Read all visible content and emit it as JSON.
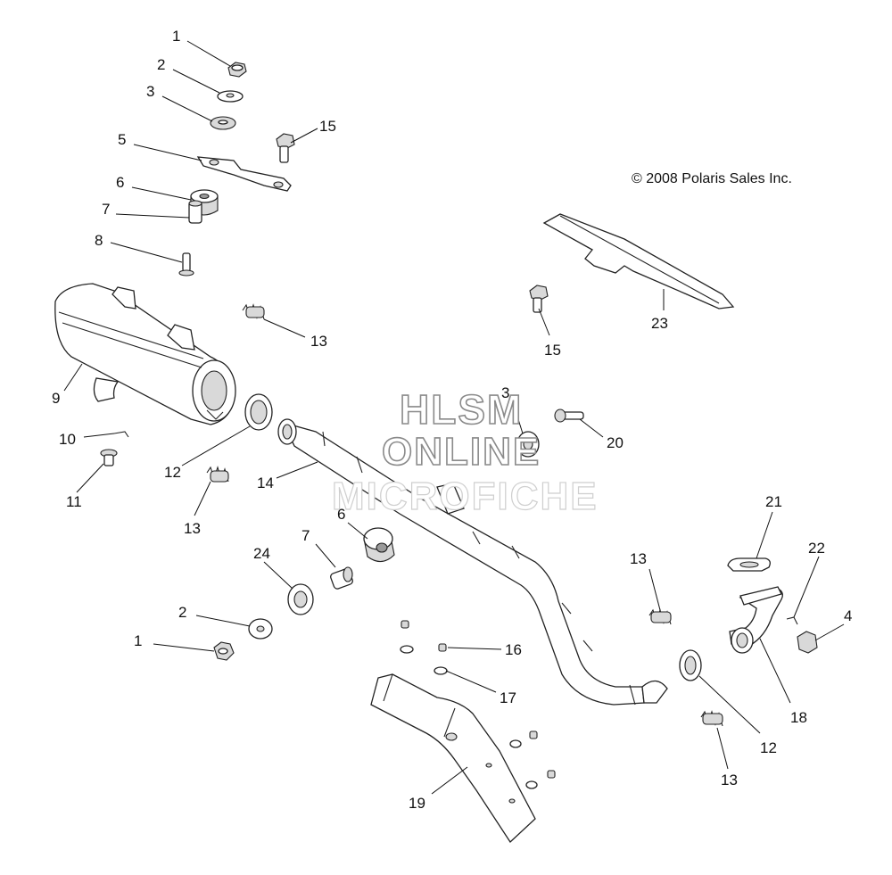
{
  "copyright": "© 2008 Polaris Sales Inc.",
  "watermark": {
    "line1": "HLSM",
    "line2": "ONLINE",
    "line3": "MICROFICHE"
  },
  "callouts": [
    {
      "id": "c1a",
      "text": "1"
    },
    {
      "id": "c2a",
      "text": "2"
    },
    {
      "id": "c3a",
      "text": "3"
    },
    {
      "id": "c15a",
      "text": "15"
    },
    {
      "id": "c5",
      "text": "5"
    },
    {
      "id": "c6a",
      "text": "6"
    },
    {
      "id": "c7a",
      "text": "7"
    },
    {
      "id": "c8",
      "text": "8"
    },
    {
      "id": "c13a",
      "text": "13"
    },
    {
      "id": "c9",
      "text": "9"
    },
    {
      "id": "c10",
      "text": "10"
    },
    {
      "id": "c11",
      "text": "11"
    },
    {
      "id": "c12a",
      "text": "12"
    },
    {
      "id": "c13b",
      "text": "13"
    },
    {
      "id": "c14",
      "text": "14"
    },
    {
      "id": "c3b",
      "text": "3"
    },
    {
      "id": "c20",
      "text": "20"
    },
    {
      "id": "c15b",
      "text": "15"
    },
    {
      "id": "c23",
      "text": "23"
    },
    {
      "id": "c6b",
      "text": "6"
    },
    {
      "id": "c7b",
      "text": "7"
    },
    {
      "id": "c24",
      "text": "24"
    },
    {
      "id": "c2b",
      "text": "2"
    },
    {
      "id": "c1b",
      "text": "1"
    },
    {
      "id": "c16",
      "text": "16"
    },
    {
      "id": "c17",
      "text": "17"
    },
    {
      "id": "c19",
      "text": "19"
    },
    {
      "id": "c13c",
      "text": "13"
    },
    {
      "id": "c21",
      "text": "21"
    },
    {
      "id": "c22",
      "text": "22"
    },
    {
      "id": "c4",
      "text": "4"
    },
    {
      "id": "c18",
      "text": "18"
    },
    {
      "id": "c12b",
      "text": "12"
    },
    {
      "id": "c13d",
      "text": "13"
    }
  ]
}
